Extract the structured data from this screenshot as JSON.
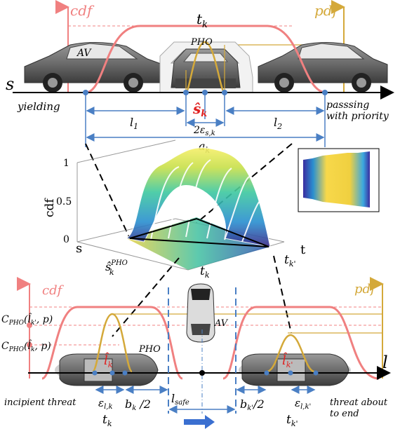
{
  "colors": {
    "cdf": "#f08080",
    "pdf": "#d4a93a",
    "dim": "#4a7fc4",
    "accent": "#e02020",
    "axis": "#000000"
  },
  "top": {
    "axis_label": "s",
    "cdf_label": "cdf",
    "pdf_label": "pdf",
    "tk_label": "t",
    "tk_sub": "k",
    "av_label": "AV",
    "pho_label": "PHO",
    "yielding": "yielding",
    "passing_line1": "passsing",
    "passing_line2": "with priority",
    "s_hat": "ŝ",
    "s_hat_sub": "k",
    "eps_label": "2ε",
    "eps_sub": "s,k",
    "l1": "l",
    "l1_sub": "1",
    "l2": "l",
    "l2_sub": "2",
    "ak": "a",
    "ak_sub": "k"
  },
  "plot3d": {
    "z_label": "cdf",
    "z_ticks": [
      "0",
      "0.5",
      "1"
    ],
    "s_label": "s",
    "t_label": "t",
    "s_hat": "ŝ",
    "s_hat_sub": "k",
    "s_hat_sup": "PHO",
    "tk": "t",
    "tk_sub": "k",
    "tk2": "t",
    "tk2_sub": "k'"
  },
  "bottom": {
    "axis_label": "l",
    "cdf_label": "cdf",
    "pdf_label": "pdf",
    "cpho1": "C",
    "cpho1_sub": "PHO",
    "cpho1_args": "(l̂",
    "cpho1_argsub": "k'",
    "cpho1_tail": ", p)",
    "cpho2": "C",
    "cpho2_sub": "PHO",
    "cpho2_args": "(l̂",
    "cpho2_argsub": "k",
    "cpho2_tail": ", p)",
    "pho_label": "PHO",
    "av_label": "AV",
    "l_hat_left": "l̂",
    "l_hat_left_sub": "k",
    "l_hat_right": "l̂",
    "l_hat_right_sub": "k'",
    "incipient": "incipient threat",
    "eps_left": "ε",
    "eps_left_sub": "l,k",
    "bk_left": "b",
    "bk_left_sub": "k",
    "bk_left_tail": " /2",
    "lsafe": "l",
    "lsafe_sub": "safe",
    "bk_right": "b",
    "bk_right_sub": "k'",
    "bk_right_tail": "/2",
    "eps_right": "ε",
    "eps_right_sub": "l,k'",
    "threat_line1": "threat about",
    "threat_line2": "to end",
    "tk_left": "t",
    "tk_left_sub": "k",
    "tk_right": "t",
    "tk_right_sub": "k'"
  }
}
